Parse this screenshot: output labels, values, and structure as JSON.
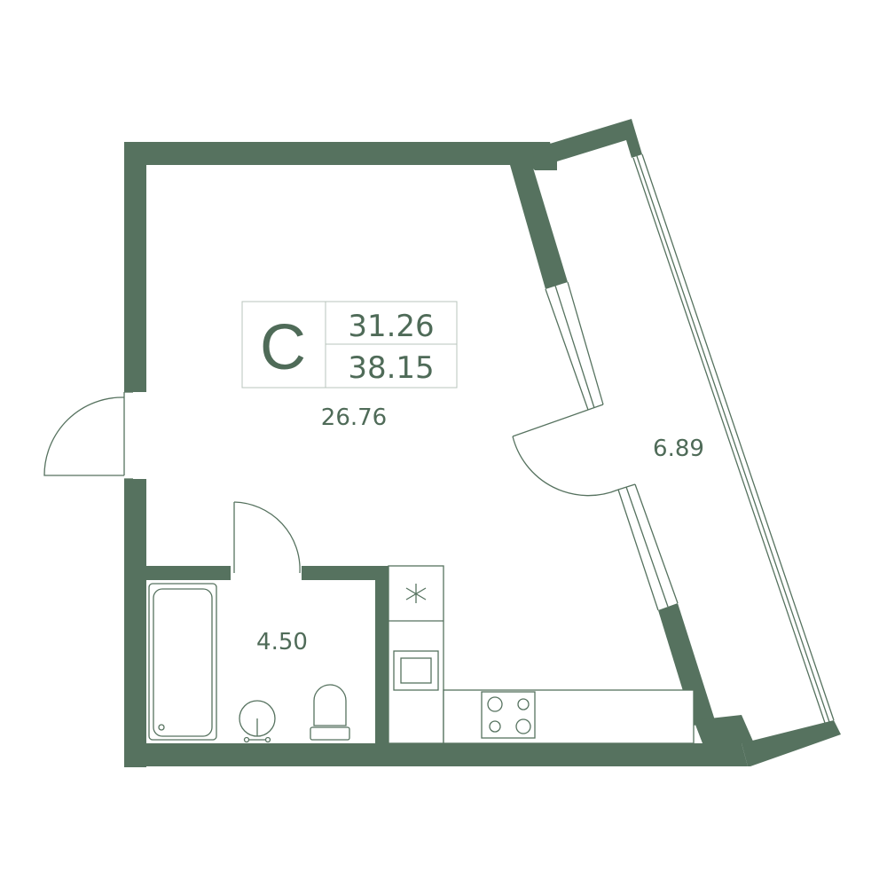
{
  "apartment": {
    "type_letter": "C",
    "living_area": "31.26",
    "total_area": "38.15"
  },
  "rooms": {
    "main_room_area": "26.76",
    "balcony_area": "6.89",
    "bathroom_area": "4.50"
  },
  "colors": {
    "wall": "#56725f",
    "text": "#4f6b58",
    "background": "#ffffff"
  }
}
